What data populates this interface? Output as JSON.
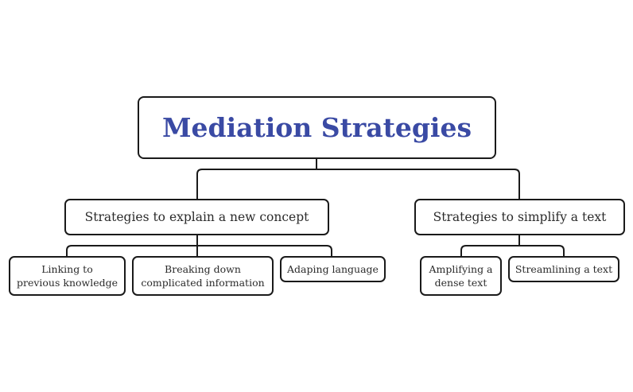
{
  "diagram": {
    "root": {
      "label": "Mediation Strategies",
      "color": "#3a4aa4"
    },
    "branches": [
      {
        "label": "Strategies to explain a new concept",
        "children": [
          {
            "lines": [
              "Linking to",
              "previous knowledge"
            ]
          },
          {
            "lines": [
              "Breaking down",
              "complicated information"
            ]
          },
          {
            "lines": [
              "Adaping language"
            ]
          }
        ]
      },
      {
        "label": "Strategies to simplify a text",
        "children": [
          {
            "lines": [
              "Amplifying a",
              "dense text"
            ]
          },
          {
            "lines": [
              "Streamlining a text"
            ]
          }
        ]
      }
    ]
  }
}
